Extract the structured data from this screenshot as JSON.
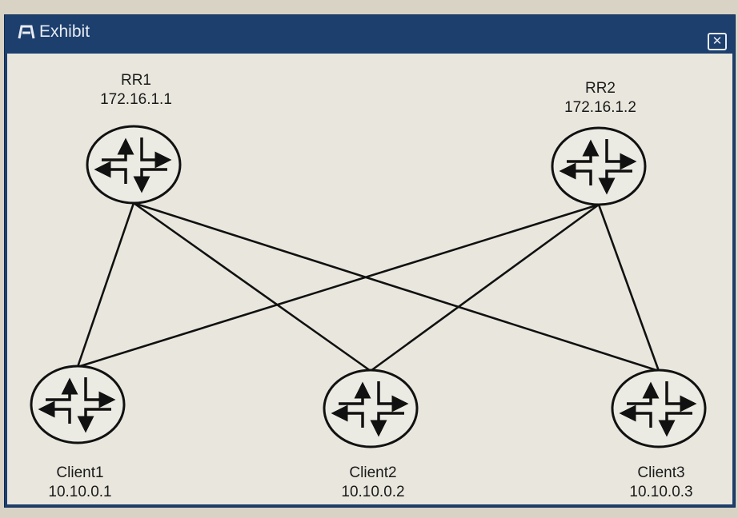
{
  "window": {
    "title": "Exhibit",
    "title_icon": "exhibit-icon",
    "close_icon": "close-icon",
    "close_label": "✕"
  },
  "nodes": [
    {
      "id": "rr1",
      "name": "RR1",
      "ip": "172.16.1.1"
    },
    {
      "id": "rr2",
      "name": "RR2",
      "ip": "172.16.1.2"
    },
    {
      "id": "client1",
      "name": "Client1",
      "ip": "10.10.0.1"
    },
    {
      "id": "client2",
      "name": "Client2",
      "ip": "10.10.0.2"
    },
    {
      "id": "client3",
      "name": "Client3",
      "ip": "10.10.0.3"
    }
  ],
  "links": [
    [
      "rr1",
      "client1"
    ],
    [
      "rr1",
      "client2"
    ],
    [
      "rr1",
      "client3"
    ],
    [
      "rr2",
      "client1"
    ],
    [
      "rr2",
      "client2"
    ],
    [
      "rr2",
      "client3"
    ]
  ]
}
